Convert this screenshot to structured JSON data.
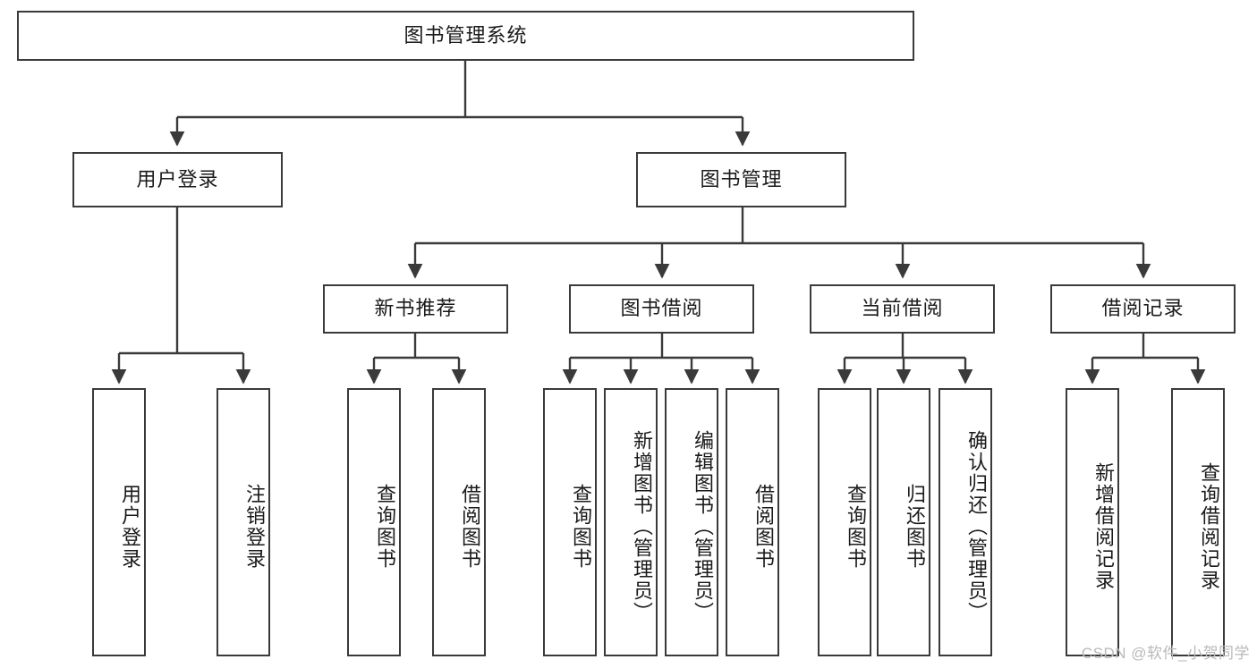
{
  "diagram": {
    "title": "图书管理系统",
    "watermark": "CSDN @软件_小贺同学",
    "colors": {
      "background": "#ffffff",
      "stroke": "#3a3a3a",
      "text": "#1a1a1a",
      "watermark": "#b9b9b9"
    },
    "nodes": {
      "root": {
        "label": "图书管理系统",
        "orientation": "horizontal"
      },
      "user_login": {
        "label": "用户登录",
        "orientation": "horizontal"
      },
      "book_manage": {
        "label": "图书管理",
        "orientation": "horizontal"
      },
      "new_book_rec": {
        "label": "新书推荐",
        "orientation": "horizontal"
      },
      "book_borrow": {
        "label": "图书借阅",
        "orientation": "horizontal"
      },
      "current_borrow": {
        "label": "当前借阅",
        "orientation": "horizontal"
      },
      "borrow_record": {
        "label": "借阅记录",
        "orientation": "horizontal"
      },
      "leaf_user_login": {
        "label": "用户登录",
        "orientation": "vertical"
      },
      "leaf_logout": {
        "label": "注销登录",
        "orientation": "vertical"
      },
      "leaf_query_book_1": {
        "label": "查询图书",
        "orientation": "vertical"
      },
      "leaf_borrow_book_1": {
        "label": "借阅图书",
        "orientation": "vertical"
      },
      "leaf_query_book_2": {
        "label": "查询图书",
        "orientation": "vertical"
      },
      "leaf_add_book": {
        "label": "新增图书（管理员）",
        "orientation": "vertical"
      },
      "leaf_edit_book": {
        "label": "编辑图书（管理员）",
        "orientation": "vertical"
      },
      "leaf_borrow_book_2": {
        "label": "借阅图书",
        "orientation": "vertical"
      },
      "leaf_query_book_3": {
        "label": "查询图书",
        "orientation": "vertical"
      },
      "leaf_return_book": {
        "label": "归还图书",
        "orientation": "vertical"
      },
      "leaf_confirm_return": {
        "label": "确认归还（管理员）",
        "orientation": "vertical"
      },
      "leaf_add_record": {
        "label": "新增借阅记录",
        "orientation": "vertical"
      },
      "leaf_query_record": {
        "label": "查询借阅记录",
        "orientation": "vertical"
      }
    }
  }
}
